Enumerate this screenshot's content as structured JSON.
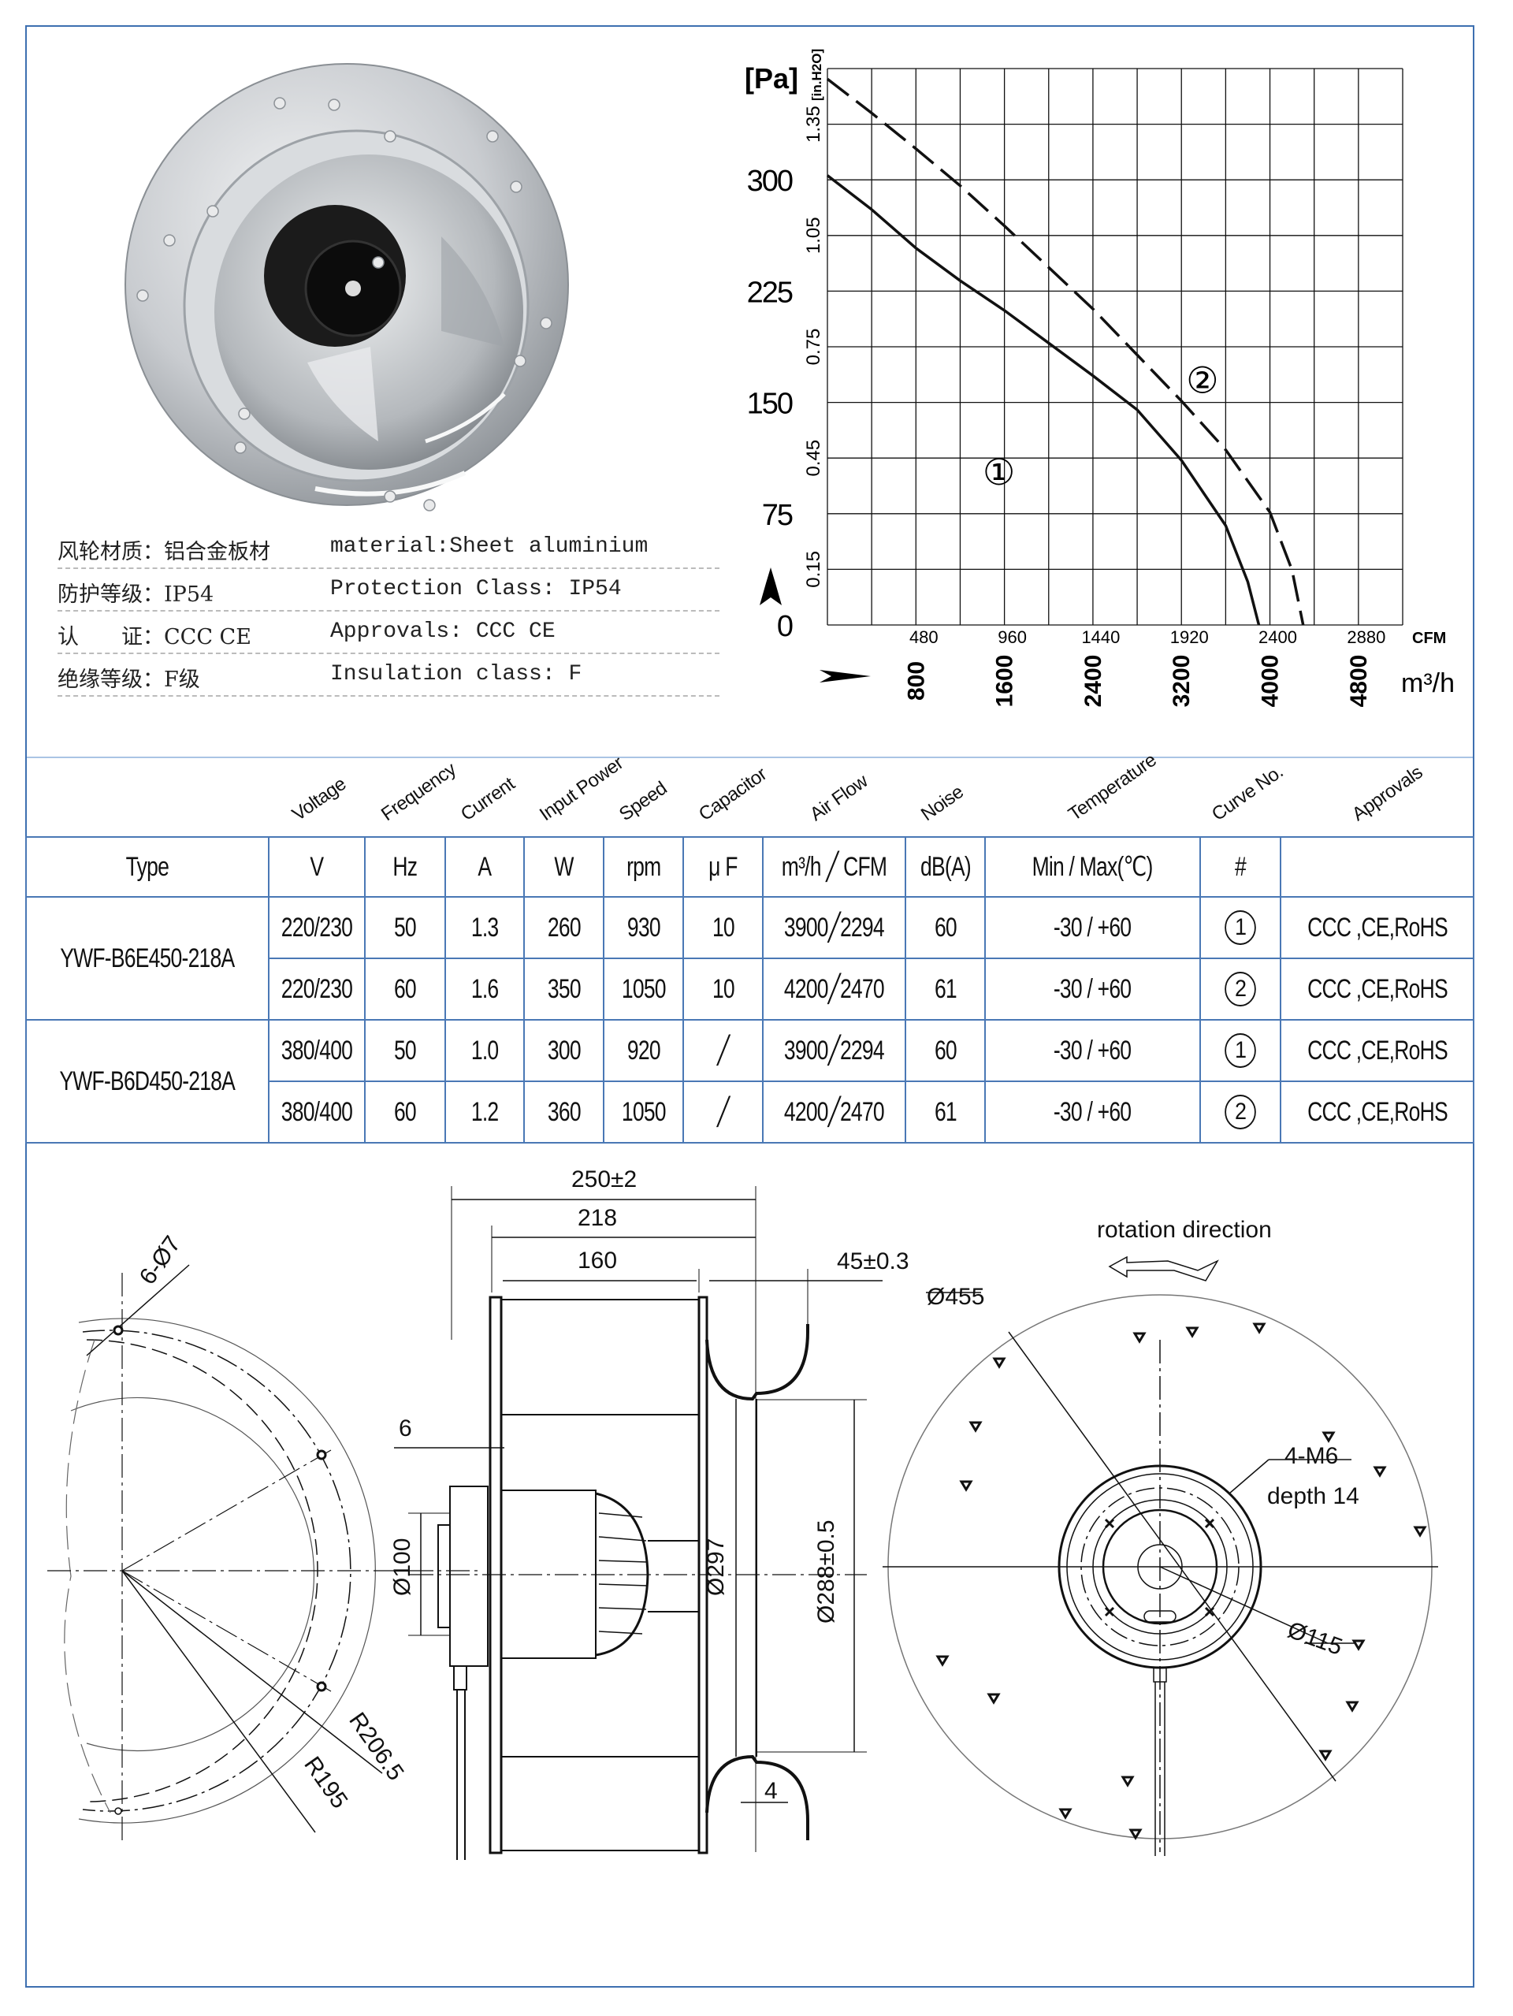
{
  "specs": [
    {
      "cn": "风轮材质：铝合金板材",
      "en": "material:Sheet aluminium"
    },
    {
      "cn": "防护等级：IP54",
      "en": "Protection Class: IP54"
    },
    {
      "cn": "认　　证：CCC CE",
      "en": "Approvals: CCC  CE"
    },
    {
      "cn": "绝缘等级：F级",
      "en": "Insulation class: F"
    }
  ],
  "chart_data": {
    "type": "line",
    "title": "",
    "y_unit_left": "[Pa]",
    "y_unit_right": "[in.H2O]",
    "x_unit_top": "CFM",
    "x_unit_bottom": "m³/h",
    "ylim_pa": [
      0,
      375
    ],
    "xlim_m3h": [
      0,
      5200
    ],
    "grid": true,
    "y_ticks_pa": [
      "0",
      "75",
      "150",
      "225",
      "300"
    ],
    "y_ticks_inh2o": [
      "0.15",
      "0.45",
      "0.75",
      "1.05",
      "1.35"
    ],
    "x_ticks_cfm": [
      "480",
      "960",
      "1440",
      "1920",
      "2400",
      "2880"
    ],
    "x_ticks_m3h": [
      "800",
      "1600",
      "2400",
      "3200",
      "4000",
      "4800"
    ],
    "series": [
      {
        "name": "①",
        "style": "solid",
        "x": [
          0,
          400,
          800,
          1200,
          1600,
          2000,
          2400,
          2800,
          3200,
          3600,
          3800,
          3900
        ],
        "y": [
          303,
          280,
          254,
          232,
          212,
          190,
          168,
          145,
          111,
          67,
          29,
          0
        ],
        "label_at": [
          1550,
          103
        ]
      },
      {
        "name": "②",
        "style": "dashed",
        "x": [
          0,
          400,
          800,
          1200,
          1600,
          2000,
          2400,
          2800,
          3200,
          3600,
          4000,
          4200,
          4300
        ],
        "y": [
          368,
          345,
          321,
          296,
          269,
          241,
          213,
          182,
          151,
          118,
          76,
          37,
          0
        ],
        "label_at": [
          3390,
          165
        ]
      }
    ]
  },
  "table": {
    "rotated_headers": [
      "Voltage",
      "Frequency",
      "Current",
      "Input Power",
      "Speed",
      "Capacitor",
      "Air Flow",
      "Noise",
      "Temperature",
      "Curve No.",
      "Approvals"
    ],
    "units": [
      "Type",
      "V",
      "Hz",
      "A",
      "W",
      "rpm",
      "μ F",
      "m³/h ╱ CFM",
      "dB(A)",
      "Min / Max(℃)",
      "#",
      ""
    ],
    "groups": [
      {
        "type": "YWF-B6E450-218A",
        "rows": [
          [
            "220/230",
            "50",
            "1.3",
            "260",
            "930",
            "10",
            "3900╱2294",
            "60",
            "-30 / +60",
            "1",
            "CCC ,CE,RoHS"
          ],
          [
            "220/230",
            "60",
            "1.6",
            "350",
            "1050",
            "10",
            "4200╱2470",
            "61",
            "-30 / +60",
            "2",
            "CCC ,CE,RoHS"
          ]
        ]
      },
      {
        "type": "YWF-B6D450-218A",
        "rows": [
          [
            "380/400",
            "50",
            "1.0",
            "300",
            "920",
            "╱",
            "3900╱2294",
            "60",
            "-30 / +60",
            "1",
            "CCC ,CE,RoHS"
          ],
          [
            "380/400",
            "60",
            "1.2",
            "360",
            "1050",
            "╱",
            "4200╱2470",
            "61",
            "-30 / +60",
            "2",
            "CCC ,CE,RoHS"
          ]
        ]
      }
    ]
  },
  "drawing": {
    "hole_pattern": "6-Ø7",
    "r_outer": "R206.5",
    "r_inner": "R195",
    "overall_length": "250±2",
    "length_218": "218",
    "length_160": "160",
    "flange_6": "6",
    "dia_100": "Ø100",
    "dia_297": "Ø297",
    "dia_288": "Ø288±0.5",
    "gap_4": "4",
    "inlet_45": "45±0.3",
    "rotation_label": "rotation direction",
    "dia_455": "Ø455",
    "thread": "4-M6",
    "thread_depth": "depth 14",
    "dia_115": "Ø115"
  }
}
